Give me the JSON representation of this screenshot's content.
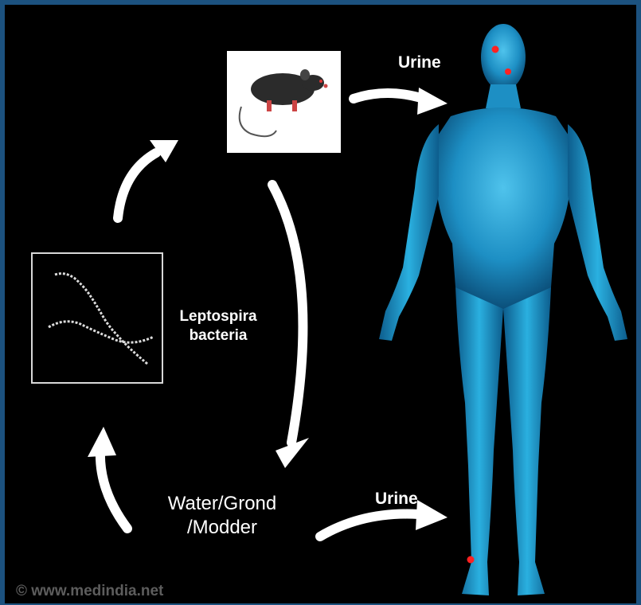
{
  "diagram": {
    "labels": {
      "bacteria": [
        "Leptospira",
        "bacteria"
      ],
      "urine_top": "Urine",
      "urine_bottom": "Urine",
      "water": [
        "Water/Grond",
        "/Modder"
      ],
      "copyright": "© www.medindia.net"
    },
    "colors": {
      "background": "#000000",
      "frame": "#1c527f",
      "arrow": "#ffffff",
      "body": "#2aa9d8",
      "marker": "#ff2222"
    }
  }
}
